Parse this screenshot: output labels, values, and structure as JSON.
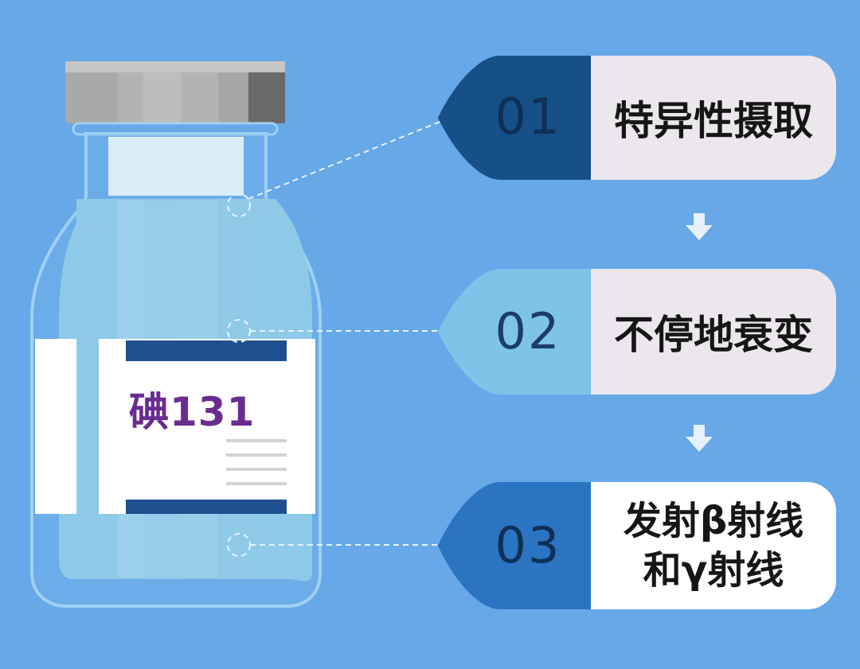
{
  "bottle": {
    "label_text": "碘131",
    "colors": {
      "background": "#66a8e8",
      "cap": "#a9a9a9",
      "cap_dark": "#6a6a6a",
      "liquid": "#8ec9e8",
      "label_band": "#1e4f8f",
      "label_text": "#6a2c91"
    }
  },
  "steps": [
    {
      "number": "01",
      "text": [
        "特异性摄取"
      ],
      "tab_color": "#174f87",
      "number_color": "#0f2f55"
    },
    {
      "number": "02",
      "text": [
        "不停地衰变"
      ],
      "tab_color": "#7ec3e8",
      "number_color": "#1b3d66"
    },
    {
      "number": "03",
      "text": [
        "发射β射线",
        "和γ射线"
      ],
      "tab_color": "#2a74c2",
      "number_color": "#0f2f55"
    }
  ],
  "arrows": [
    "down-arrow-icon",
    "down-arrow-icon"
  ]
}
